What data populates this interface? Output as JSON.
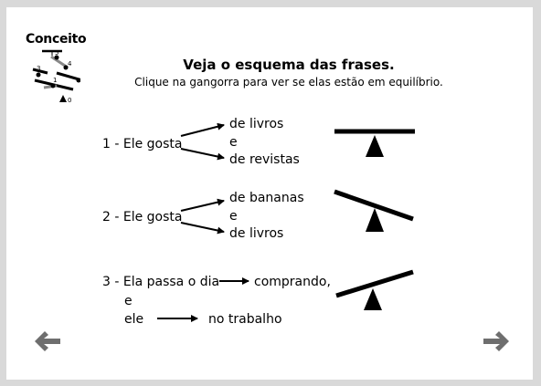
{
  "header": {
    "concept_label": "Conceito",
    "logo_numbers": [
      "5",
      "3",
      "4",
      "2",
      "1",
      "0"
    ],
    "title": "Veja o esquema das frases.",
    "instruction": "Clique na gangorra para ver se elas estão em equilíbrio."
  },
  "sentences": [
    {
      "subject": "1 - Ele gosta",
      "complement_top": "de livros",
      "connector": "e",
      "complement_bottom": "de revistas",
      "seesaw_state": "balanced"
    },
    {
      "subject": "2 - Ele gosta",
      "complement_top": "de bananas",
      "connector": "e",
      "complement_bottom": "de livros",
      "seesaw_state": "tilted-right-down"
    },
    {
      "line1_subject": "3 - Ela passa o dia",
      "line1_complement": "comprando,",
      "connector": "e",
      "line2_subject": "ele",
      "line2_complement": "no trabalho",
      "seesaw_state": "tilted-left-down"
    }
  ],
  "navigation": {
    "prev_icon": "arrow-left-icon",
    "next_icon": "arrow-right-icon"
  },
  "colors": {
    "background": "#d9d9d9",
    "panel": "#ffffff",
    "nav_arrows": "#6e6e6e",
    "seesaw": "#000000"
  }
}
